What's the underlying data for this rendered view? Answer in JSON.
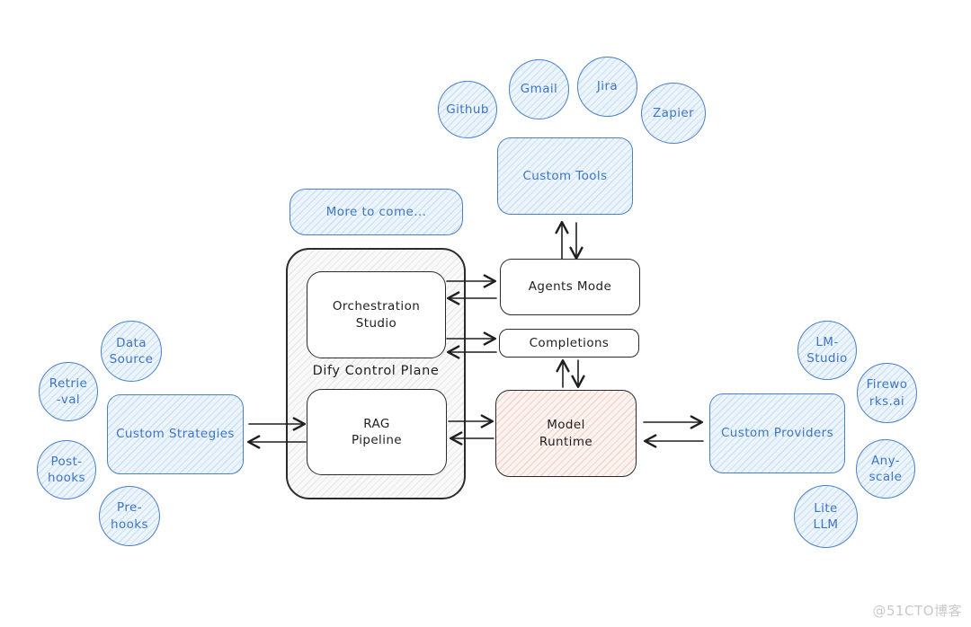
{
  "diagram": {
    "integrations": [
      "Github",
      "Gmail",
      "Jira",
      "Zapier"
    ],
    "custom_tools_label": "Custom Tools",
    "more_to_come_label": "More to come...",
    "control_plane": {
      "label": "Dify Control Plane",
      "orchestration_studio_label": "Orchestration\nStudio",
      "rag_pipeline_label": "RAG\nPipeline"
    },
    "agents_mode_label": "Agents Mode",
    "completions_label": "Completions",
    "model_runtime_label": "Model\nRuntime",
    "custom_strategies_label": "Custom Strategies",
    "strategies": [
      "Data\nSource",
      "Retrie\n-val",
      "Post-\nhooks",
      "Pre-\nhooks"
    ],
    "custom_providers_label": "Custom Providers",
    "providers": [
      "LM-\nStudio",
      "Firewo\nrks.ai",
      "Any-\nscale",
      "Lite\nLLM"
    ],
    "colors": {
      "blue_stroke": "#4a81c6",
      "blue_text": "#3d76c2",
      "blue_fill": "#ecf4fc",
      "blue_hatch": "#cde0f4",
      "dark_stroke": "#2b2b2b",
      "pink_fill": "#fdf4f2",
      "pink_hatch": "#f4d2ca",
      "gray_fill": "#f9f9f9",
      "gray_hatch": "#e9e9e9",
      "arrow": "#1e1e1e"
    }
  },
  "watermark": "@51CTO博客"
}
